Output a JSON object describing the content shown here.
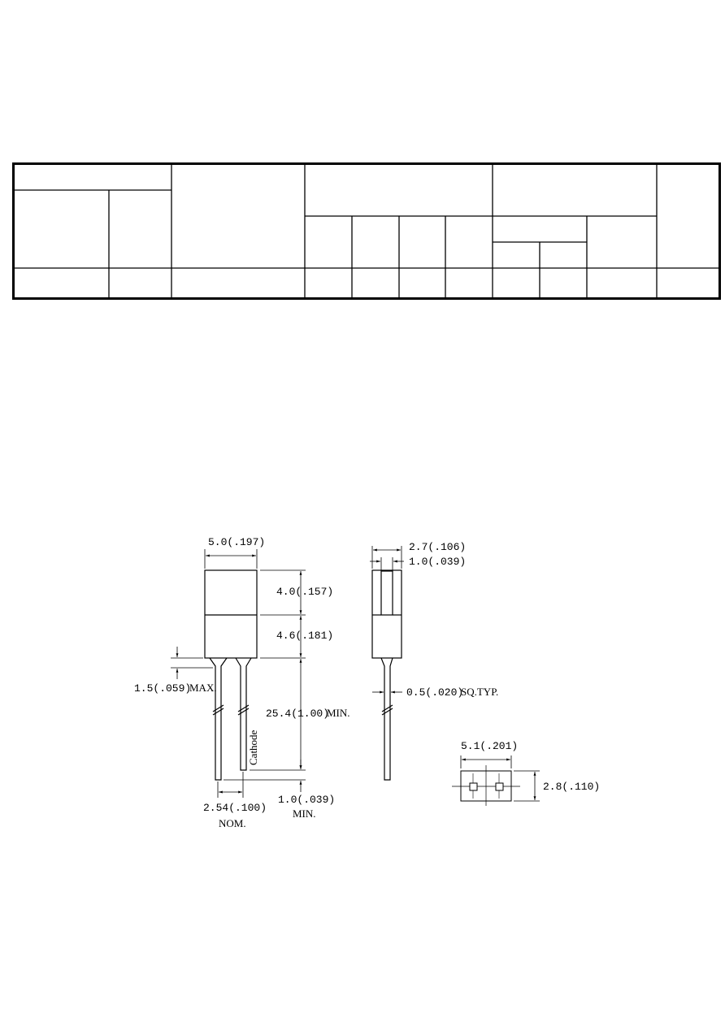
{
  "table": {
    "header_row": [],
    "body_row": []
  },
  "drawing": {
    "front_view": {
      "width_label": "5.0(.197)",
      "upper_body_label": "4.0(.157)",
      "lower_body_label": "4.6(.181)",
      "protrusion_label": "1.5(.059)",
      "protrusion_note": "MAX.",
      "lead_length_label": "25.4(1.00)",
      "lead_length_note": "MIN.",
      "cathode_label": "Cathode",
      "pitch_label": "2.54(.100)",
      "pitch_note": "NOM.",
      "lead_end_label": "1.0(.039)",
      "lead_end_note": "MIN."
    },
    "side_view": {
      "depth_label": "2.7(.106)",
      "slot_label": "1.0(.039)",
      "lead_label": "0.5(.020)",
      "lead_note": "SQ.TYP."
    },
    "footprint": {
      "width_label": "5.1(.201)",
      "height_label": "2.8(.110)"
    }
  }
}
